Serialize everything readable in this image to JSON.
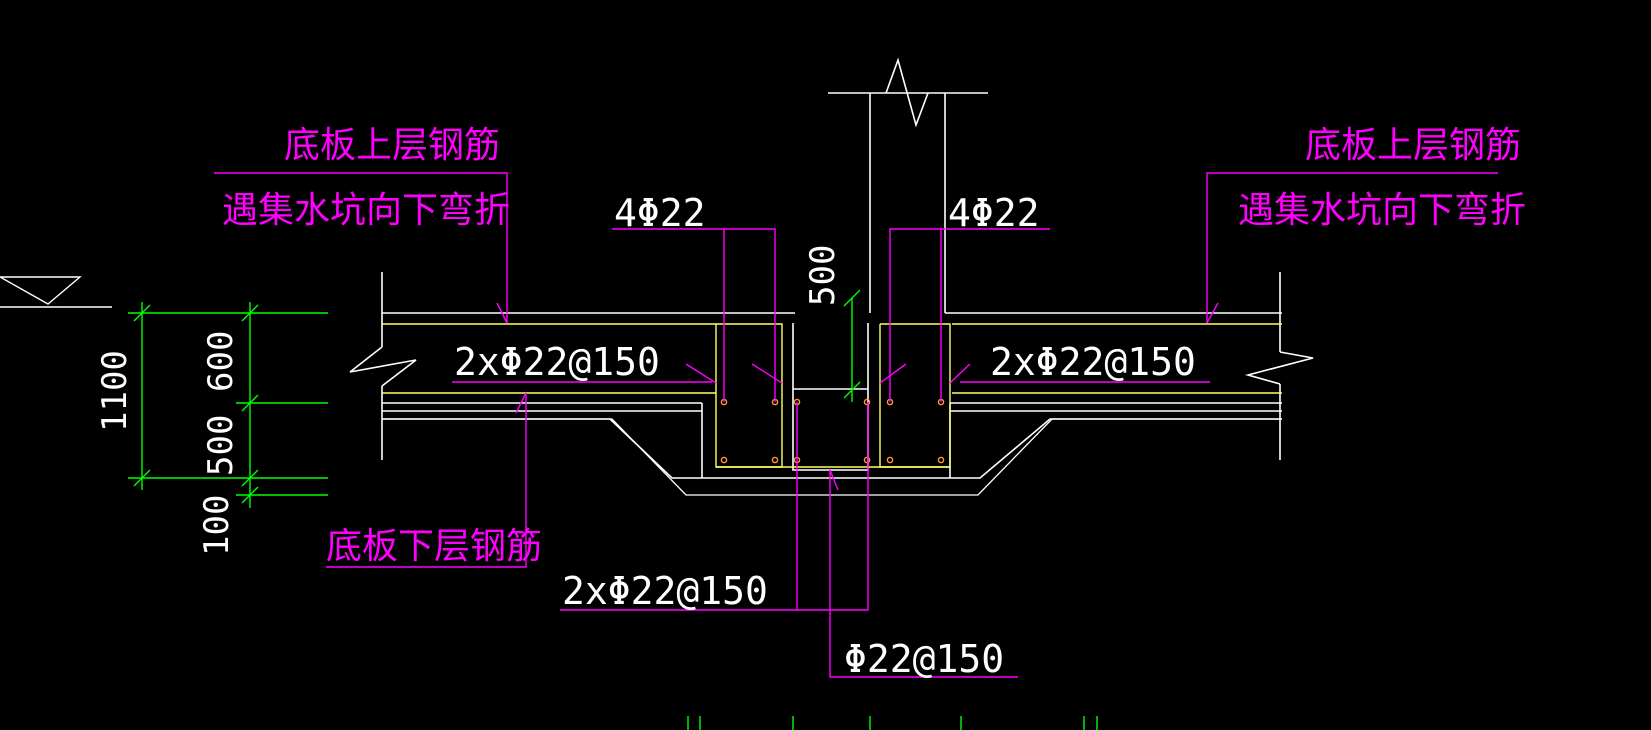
{
  "annotations": {
    "top_rebar_left_line1": "底板上层钢筋",
    "top_rebar_left_line2": "遇集水坑向下弯折",
    "top_rebar_right_line1": "底板上层钢筋",
    "top_rebar_right_line2": "遇集水坑向下弯折",
    "bottom_rebar": "底板下层钢筋",
    "bars_4phi22_left": "4Φ22",
    "bars_4phi22_right": "4Φ22",
    "slab_bars_left": "2xΦ22@150",
    "slab_bars_right": "2xΦ22@150",
    "pit_bars": "2xΦ22@150",
    "pit_bottom_bars": "Φ22@150"
  },
  "dimensions": {
    "total": "1100",
    "upper": "600",
    "middle": "500",
    "lower": "100",
    "wall_height": "500"
  },
  "colors": {
    "background": "#000000",
    "geometry": "#ffffff",
    "leader": "#ff00ff",
    "annotation_text": "#ff00ff",
    "label_text": "#ffffff",
    "dimension": "#00ff00",
    "rebar": "#ffff66"
  }
}
